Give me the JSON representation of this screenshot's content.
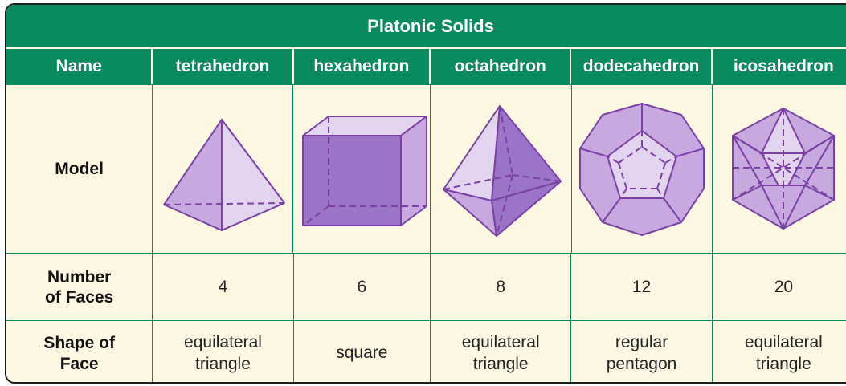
{
  "title": "Platonic Solids",
  "headers": [
    "Name",
    "tetrahedron",
    "hexahedron",
    "octahedron",
    "dodecahedron",
    "icosahedron"
  ],
  "rows": {
    "model_label": "Model",
    "faces_label_1": "Number",
    "faces_label_2": "of Faces",
    "faces": [
      "4",
      "6",
      "8",
      "12",
      "20"
    ],
    "shape_label_1": "Shape of",
    "shape_label_2": "Face",
    "shapes": [
      [
        "equilateral",
        "triangle"
      ],
      [
        "square",
        ""
      ],
      [
        "equilateral",
        "triangle"
      ],
      [
        "regular",
        "pentagon"
      ],
      [
        "equilateral",
        "triangle"
      ]
    ]
  },
  "icons": [
    "tetrahedron-icon",
    "hexahedron-icon",
    "octahedron-icon",
    "dodecahedron-icon",
    "icosahedron-icon"
  ],
  "colors": {
    "header_green": "#0a8a5f",
    "cream": "#fdf8e1",
    "purple_stroke": "#7b3fa6",
    "purple_light": "#e2d3ef",
    "purple_mid": "#c7a9df",
    "purple_dark": "#9c74c7"
  }
}
